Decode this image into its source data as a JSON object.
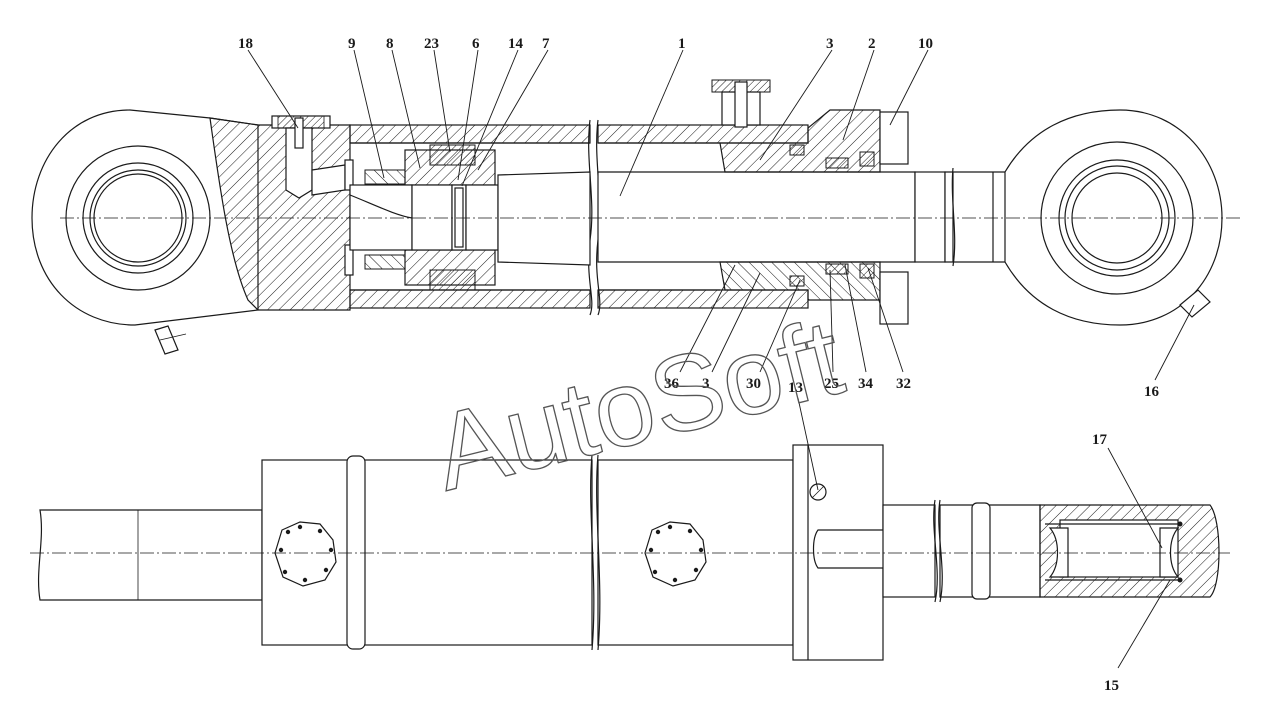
{
  "watermark": "AutoSoft",
  "callouts": {
    "c18": "18",
    "c9": "9",
    "c8": "8",
    "c23": "23",
    "c6": "6",
    "c14": "14",
    "c7": "7",
    "c1": "1",
    "c3top": "3",
    "c2": "2",
    "c10": "10",
    "c36": "36",
    "c3bot": "3",
    "c30": "30",
    "c25": "25",
    "c34": "34",
    "c32": "32",
    "c16": "16",
    "c13": "13",
    "c17": "17",
    "c15": "15"
  }
}
